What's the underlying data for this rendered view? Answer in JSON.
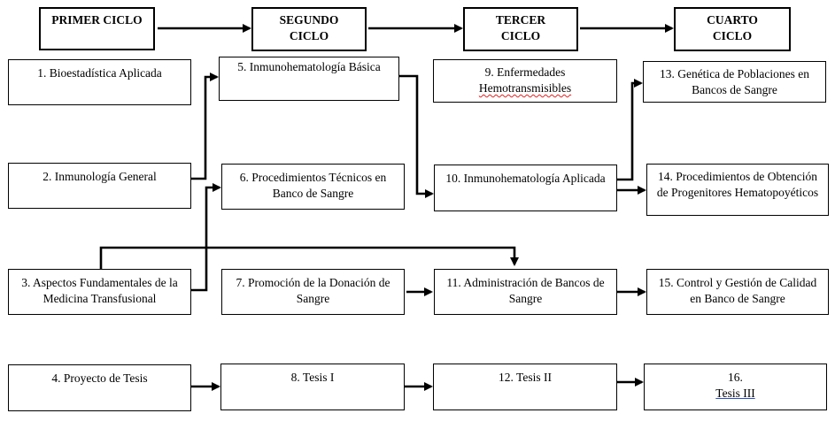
{
  "headers": [
    "PRIMER CICLO",
    "SEGUNDO CICLO",
    "TERCER CICLO",
    "CUARTO CICLO"
  ],
  "courses": {
    "c1": "1. Bioestadística Aplicada",
    "c2": "2. Inmunología General",
    "c3": "3. Aspectos Fundamentales de la Medicina Transfusional",
    "c4": "4. Proyecto de Tesis",
    "c5": "5. Inmunohematología Básica",
    "c6": "6. Procedimientos Técnicos en Banco de Sangre",
    "c7": "7. Promoción de la Donación de Sangre",
    "c8": "8. Tesis I",
    "c9_prefix": "9. Enfermedades",
    "c9_underlined": "Hemotransmisibles",
    "c10": "10. Inmunohematología Aplicada",
    "c11": "11. Administración de Bancos de Sangre",
    "c12": "12. Tesis II",
    "c13": "13. Genética de Poblaciones en Bancos de Sangre",
    "c14": "14. Procedimientos de Obtención de Progenitores Hematopoyéticos",
    "c15": "15. Control y Gestión de Calidad en Banco de Sangre",
    "c16_prefix": "16.",
    "c16_underlined": "Tesis III"
  }
}
